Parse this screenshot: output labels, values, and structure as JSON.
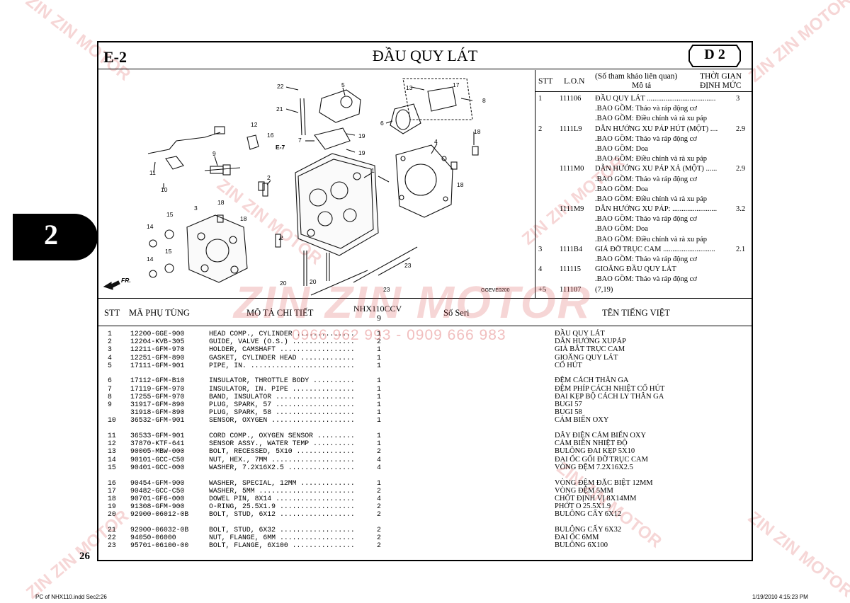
{
  "header": {
    "section_code": "E-2",
    "title": "ĐẦU QUY LÁT",
    "group_code": "D 2"
  },
  "chapter_tab": "2",
  "page_number": "26",
  "diagram": {
    "code": "GGEVE0200",
    "fr_label": "FR.",
    "e7_label": "E-7",
    "callouts": [
      "22",
      "5",
      "13",
      "17",
      "8",
      "21",
      "12",
      "16",
      "6",
      "18",
      "7",
      "19",
      "19",
      "9",
      "4",
      "1",
      "11",
      "10",
      "2",
      "18",
      "15",
      "3",
      "18",
      "14",
      "15",
      "2",
      "14",
      "20",
      "20",
      "23",
      "23"
    ]
  },
  "reference_table": {
    "headers": {
      "stt": "STT",
      "lon": "L.O.N",
      "ref_line1": "(Số tham khảo liên quan)",
      "ref_line2": "Mô tả",
      "time_line1": "THỜI GIAN",
      "time_line2": "ĐỊNH MỨC"
    },
    "rows": [
      {
        "stt": "1",
        "lon": "111106",
        "desc": "ĐẦU QUY LÁT .....................................",
        "time": "3"
      },
      {
        "stt": "",
        "lon": "",
        "desc": ".BAO GỒM: Tháo và ráp động cơ",
        "time": ""
      },
      {
        "stt": "",
        "lon": "",
        "desc": ".BAO GỒM: Điều chỉnh và rà xu páp",
        "time": ""
      },
      {
        "stt": "2",
        "lon": "1111L9",
        "desc": "DẪN HƯỚNG XU PÁP HÚT (MỘT) ....",
        "time": "2.9"
      },
      {
        "stt": "",
        "lon": "",
        "desc": ".BAO GỒM: Tháo và ráp động cơ",
        "time": ""
      },
      {
        "stt": "",
        "lon": "",
        "desc": ".BAO GỒM: Doa",
        "time": ""
      },
      {
        "stt": "",
        "lon": "",
        "desc": ".BAO GỒM: Điều chỉnh và rà xu páp",
        "time": ""
      },
      {
        "stt": "",
        "lon": "1111M0",
        "desc": "DẪN HƯỚNG XU PÁP XẢ (MỘT) ......",
        "time": "2.9"
      },
      {
        "stt": "",
        "lon": "",
        "desc": ".BAO GỒM: Tháo và ráp động cơ",
        "time": ""
      },
      {
        "stt": "",
        "lon": "",
        "desc": ".BAO GỒM: Doa",
        "time": ""
      },
      {
        "stt": "",
        "lon": "",
        "desc": ".BAO GỒM: Điều chỉnh và rà xu páp",
        "time": ""
      },
      {
        "stt": "",
        "lon": "1111M9",
        "desc": "DẪN HƯỚNG XU PÁP: ........................",
        "time": "3.2"
      },
      {
        "stt": "",
        "lon": "",
        "desc": ".BAO GỒM: Tháo và ráp động cơ",
        "time": ""
      },
      {
        "stt": "",
        "lon": "",
        "desc": ".BAO GỒM: Doa",
        "time": ""
      },
      {
        "stt": "",
        "lon": "",
        "desc": ".BAO GỒM: Điều chỉnh và rà xu páp",
        "time": ""
      },
      {
        "stt": "3",
        "lon": "1111B4",
        "desc": "GIÁ ĐỠ TRỤC CAM ............................",
        "time": "2.1"
      },
      {
        "stt": "",
        "lon": "",
        "desc": ".BAO GỒM: Tháo và ráp động cơ",
        "time": ""
      },
      {
        "stt": "4",
        "lon": "111115",
        "desc": "GIOĂNG ĐẦU QUY LÁT",
        "time": ""
      },
      {
        "stt": "",
        "lon": "",
        "desc": ".BAO GỒM: Tháo và ráp động cơ",
        "time": ""
      },
      {
        "stt": "+5",
        "lon": "111107",
        "desc": "(7,19)",
        "time": ""
      }
    ]
  },
  "parts_table": {
    "headers": {
      "stt": "STT",
      "part_no": "MÃ PHỤ TÙNG",
      "desc": "MÔ TẢ CHI TIẾT",
      "model_line1": "NHX110CCV",
      "model_line2": "9",
      "serial": "Số Seri",
      "vn_name": "TÊN TIẾNG VIỆT"
    },
    "rows": [
      {
        "stt": "1",
        "part_no": "12200-GGE-900",
        "desc": "HEAD COMP., CYLINDER ..............",
        "qty": "1",
        "vn": "ĐẦU QUY LÁT"
      },
      {
        "stt": "2",
        "part_no": "12204-KVB-305",
        "desc": "GUIDE, VALVE (O.S.) ...............",
        "qty": "2",
        "vn": "DẪN HƯỚNG XUPÁP"
      },
      {
        "stt": "3",
        "part_no": "12211-GFM-970",
        "desc": "HOLDER, CAMSHAFT ..................",
        "qty": "1",
        "vn": "GIÁ BẮT TRỤC CAM"
      },
      {
        "stt": "4",
        "part_no": "12251-GFM-890",
        "desc": "GASKET, CYLINDER HEAD .............",
        "qty": "1",
        "vn": "GIOĂNG QUY LÁT"
      },
      {
        "stt": "5",
        "part_no": "17111-GFM-901",
        "desc": "PIPE, IN. .........................",
        "qty": "1",
        "vn": "CỔ HÚT",
        "gap_after": true
      },
      {
        "stt": "6",
        "part_no": "17112-GFM-B10",
        "desc": "INSULATOR, THROTTLE BODY ..........",
        "qty": "1",
        "vn": "ĐỆM CÁCH THÂN GA"
      },
      {
        "stt": "7",
        "part_no": "17119-GFM-970",
        "desc": "INSULATOR, IN. PIPE ...............",
        "qty": "1",
        "vn": "ĐỆM PHÍP CÁCH NHIỆT CỔ HÚT"
      },
      {
        "stt": "8",
        "part_no": "17255-GFM-970",
        "desc": "BAND, INSULATOR ...................",
        "qty": "1",
        "vn": "ĐAI KẸP BỘ CÁCH LY THÂN GA"
      },
      {
        "stt": "9",
        "part_no": "31917-GFM-890",
        "desc": "PLUG, SPARK, 57 ...................",
        "qty": "1",
        "vn": "BUGI 57"
      },
      {
        "stt": "",
        "part_no": "31918-GFM-890",
        "desc": "PLUG, SPARK, 58 ...................",
        "qty": "1",
        "vn": "BUGI 58"
      },
      {
        "stt": "10",
        "part_no": "36532-GFM-901",
        "desc": "SENSOR, OXYGEN ....................",
        "qty": "1",
        "vn": "CẢM BIẾN OXY",
        "gap_after": true
      },
      {
        "stt": "11",
        "part_no": "36533-GFM-901",
        "desc": "CORD COMP., OXYGEN SENSOR .........",
        "qty": "1",
        "vn": "DÂY ĐIỆN CẢM BIẾN OXY"
      },
      {
        "stt": "12",
        "part_no": "37870-KTF-641",
        "desc": "SENSOR ASSY., WATER TEMP ..........",
        "qty": "1",
        "vn": "CẢM BIẾN NHIỆT ĐỘ"
      },
      {
        "stt": "13",
        "part_no": "90005-MBW-000",
        "desc": "BOLT, RECESSED, 5X10 ..............",
        "qty": "2",
        "vn": "BULÔNG ĐAI KẸP 5X10"
      },
      {
        "stt": "14",
        "part_no": "90101-GCC-C50",
        "desc": "NUT, HEX., 7MM ....................",
        "qty": "4",
        "vn": "ĐAI ỐC GỐI ĐỠ TRỤC CAM"
      },
      {
        "stt": "15",
        "part_no": "90401-GCC-000",
        "desc": "WASHER, 7.2X16X2.5 ................",
        "qty": "4",
        "vn": "VÒNG ĐỆM 7.2X16X2.5",
        "gap_after": true
      },
      {
        "stt": "16",
        "part_no": "90454-GFM-900",
        "desc": "WASHER, SPECIAL, 12MM .............",
        "qty": "1",
        "vn": "VÒNG ĐỆM ĐẶC BIỆT 12MM"
      },
      {
        "stt": "17",
        "part_no": "90482-GCC-C50",
        "desc": "WASHER, 5MM .......................",
        "qty": "2",
        "vn": "VÒNG ĐỆM 5MM"
      },
      {
        "stt": "18",
        "part_no": "90701-GF6-000",
        "desc": "DOWEL PIN, 8X14 ...................",
        "qty": "4",
        "vn": "CHỐT ĐỊNH VỊ 8X14MM"
      },
      {
        "stt": "19",
        "part_no": "91308-GFM-900",
        "desc": "O-RING, 25.5X1.9 ..................",
        "qty": "2",
        "vn": "PHỚT O 25.5X1.9"
      },
      {
        "stt": "20",
        "part_no": "92900-06012-0B",
        "desc": "BOLT, STUD, 6X12 ..................",
        "qty": "2",
        "vn": "BULÔNG CẤY 6X12",
        "gap_after": true
      },
      {
        "stt": "21",
        "part_no": "92900-06032-0B",
        "desc": "BOLT, STUD, 6X32 ..................",
        "qty": "2",
        "vn": "BULÔNG CẤY 6X32"
      },
      {
        "stt": "22",
        "part_no": "94050-06000",
        "desc": "NUT, FLANGE, 6MM ..................",
        "qty": "2",
        "vn": "ĐAI ỐC 6MM"
      },
      {
        "stt": "23",
        "part_no": "95701-06100-00",
        "desc": "BOLT, FLANGE, 6X100 ...............",
        "qty": "2",
        "vn": "BULÔNG 6X100"
      }
    ]
  },
  "watermark": {
    "brand": "ZIN ZIN MOTOR",
    "phone": "0966 962 993 - 0909 666 983"
  },
  "footer": {
    "left": "PC of NHX110.indd   Sec2:26",
    "right": "1/19/2010   4:15:23 PM"
  }
}
